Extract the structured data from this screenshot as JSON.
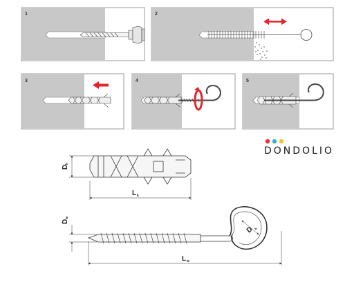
{
  "panels": [
    {
      "number": "1"
    },
    {
      "number": "2"
    },
    {
      "number": "3"
    },
    {
      "number": "4"
    },
    {
      "number": "5"
    }
  ],
  "brand": {
    "name": "DONDOLIO",
    "dot_colors": [
      "#e8352c",
      "#2bb8c4",
      "#f2c12e"
    ]
  },
  "dimensions": {
    "plug_diameter": {
      "main": "D",
      "sub": "k"
    },
    "plug_length": {
      "main": "L",
      "sub": "k"
    },
    "screw_diameter": {
      "main": "D",
      "sub": "w"
    },
    "ring_diameter": {
      "main": "D",
      "sub": "h"
    },
    "screw_length": {
      "main": "L",
      "sub": "w"
    }
  },
  "colors": {
    "wall": "#c8c8c8",
    "accent": "#e3262c",
    "line": "#333333"
  }
}
